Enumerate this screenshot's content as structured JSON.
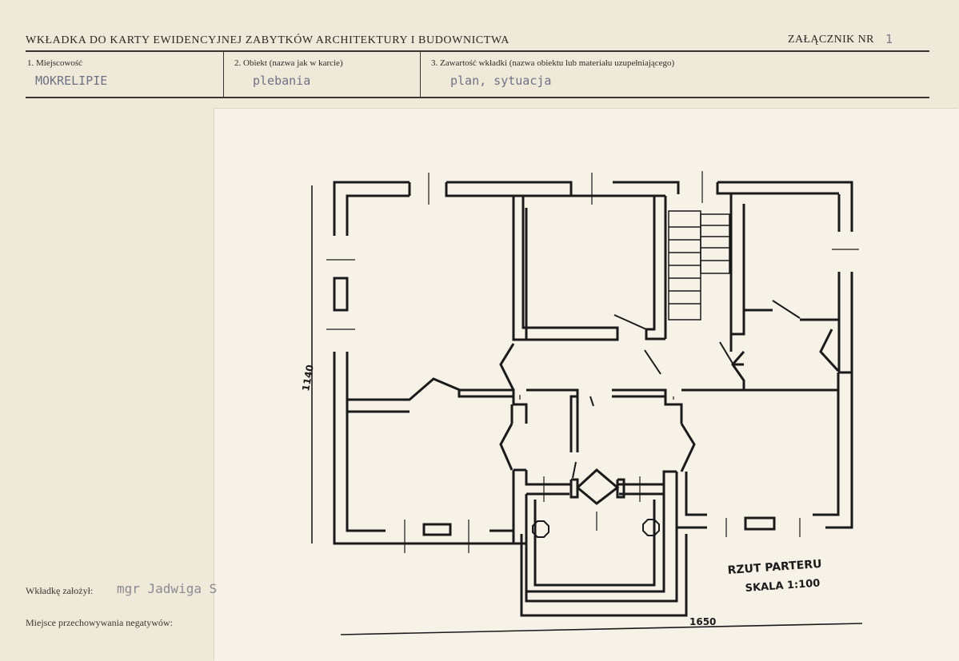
{
  "header": {
    "title": "WKŁADKA DO KARTY EWIDENCYJNEJ ZABYTKÓW ARCHITEKTURY I BUDOWNICTWA",
    "annex_label": "ZAŁĄCZNIK NR",
    "annex_number": "1"
  },
  "fields": [
    {
      "label": "1. Miejscowość",
      "value": "MOKRELIPIE"
    },
    {
      "label": "2. Obiekt (nazwa jak w karcie)",
      "value": "plebania"
    },
    {
      "label": "3. Zawartość wkładki (nazwa obiektu lub materiału uzupełniającego)",
      "value": "plan, sytuacja"
    }
  ],
  "footer": {
    "author_label": "Wkładkę założył:",
    "author_value": "mgr Jadwiga S",
    "negatives_label": "Miejsce przechowywania negatywów:"
  },
  "drawing": {
    "dimension_height": "1140",
    "dimension_width": "1650",
    "title": "RZUT PARTERU",
    "scale": "SKALA 1:100"
  },
  "colors": {
    "paper": "#efe9da",
    "insert_paper": "#f6f2e8",
    "ink": "#1a1a1a",
    "typewriter": "#6e7184"
  }
}
